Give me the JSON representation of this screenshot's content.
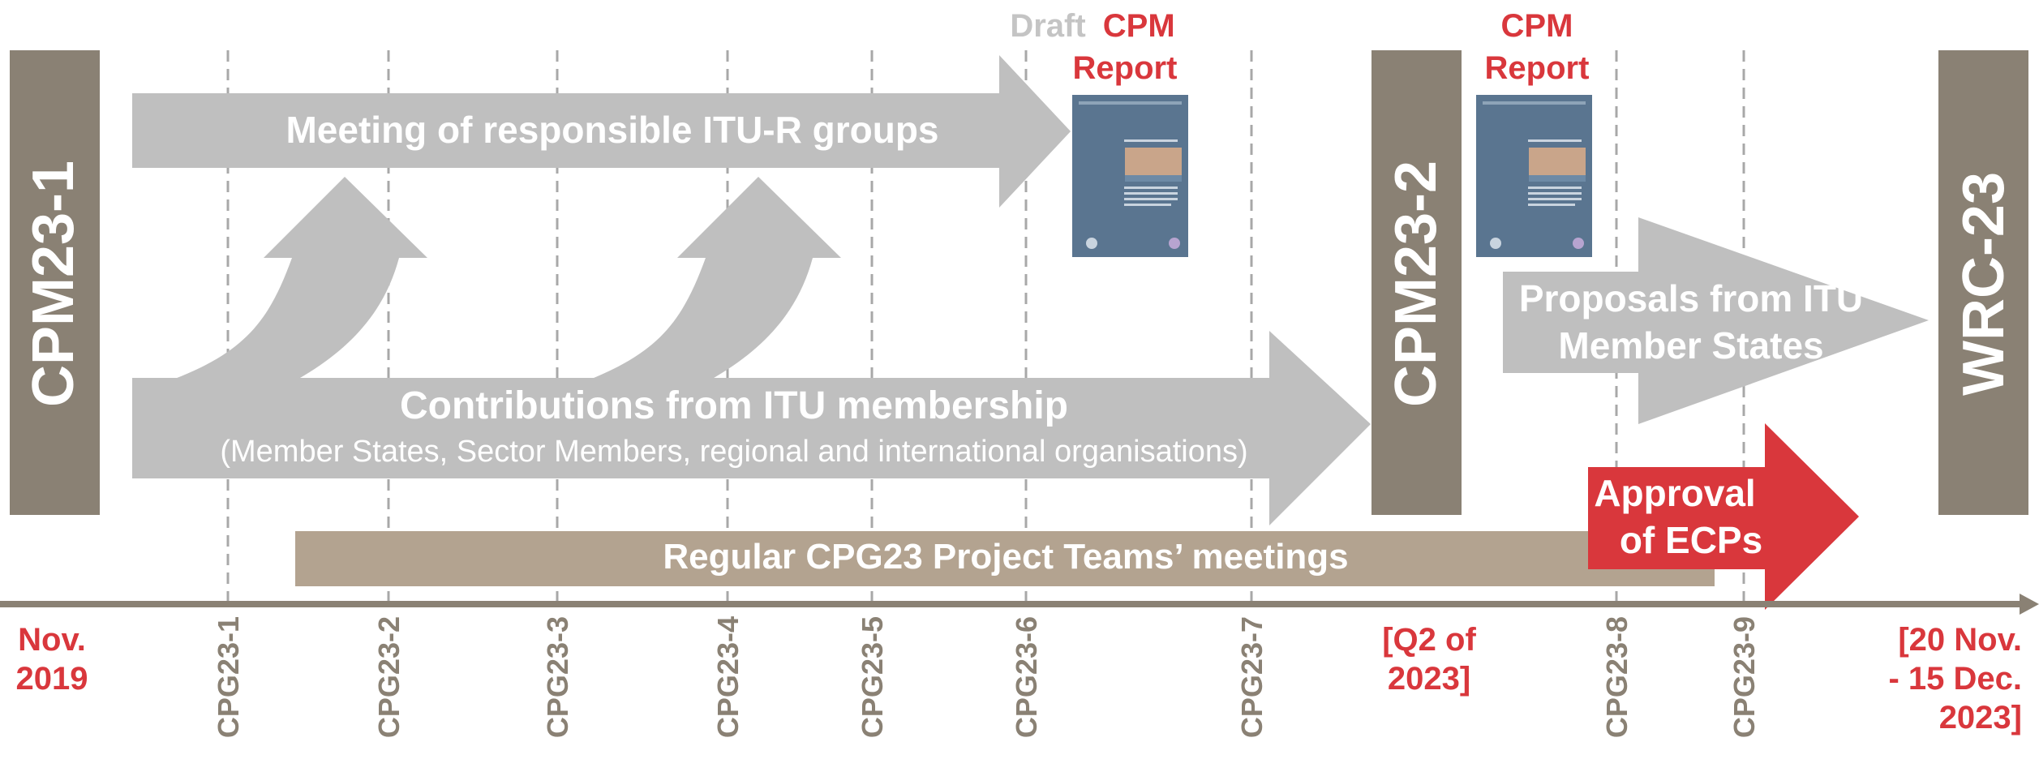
{
  "milestones": {
    "cpm1": "CPM23-1",
    "cpm2": "CPM23-2",
    "wrc": "WRC-23"
  },
  "arrows": {
    "meetings": "Meeting of responsible ITU-R groups",
    "contributions": "Contributions from ITU membership",
    "contributions_sub": "(Member States, Sector Members, regional and international organisations)",
    "proposals_line1": "Proposals from ITU",
    "proposals_line2": "Member States",
    "approval_line1": "Approval",
    "approval_line2": "of ECPs"
  },
  "bar": {
    "label": "Regular CPG23 Project Teams’ meetings"
  },
  "reports": {
    "draft_word": "Draft",
    "draft_cpm": "CPM",
    "draft_report": "Report",
    "final_cpm": "CPM",
    "final_report": "Report"
  },
  "timeline": {
    "start_line1": "Nov.",
    "start_line2": "2019",
    "q2_line1": "[Q2 of",
    "q2_line2": "2023]",
    "end_line1": "[20 Nov.",
    "end_line2": "- 15 Dec.",
    "end_line3": "2023]",
    "ticks": [
      "CPG23-1",
      "CPG23-2",
      "CPG23-3",
      "CPG23-4",
      "CPG23-5",
      "CPG23-6",
      "CPG23-7",
      "CPG23-8",
      "CPG23-9"
    ]
  },
  "colors": {
    "milestone_box": "#8a8174",
    "arrow_grey": "#bfbfbf",
    "accent_red": "#d9373c",
    "bar_tan": "#b3a390",
    "report_cover": "#5a7590"
  }
}
